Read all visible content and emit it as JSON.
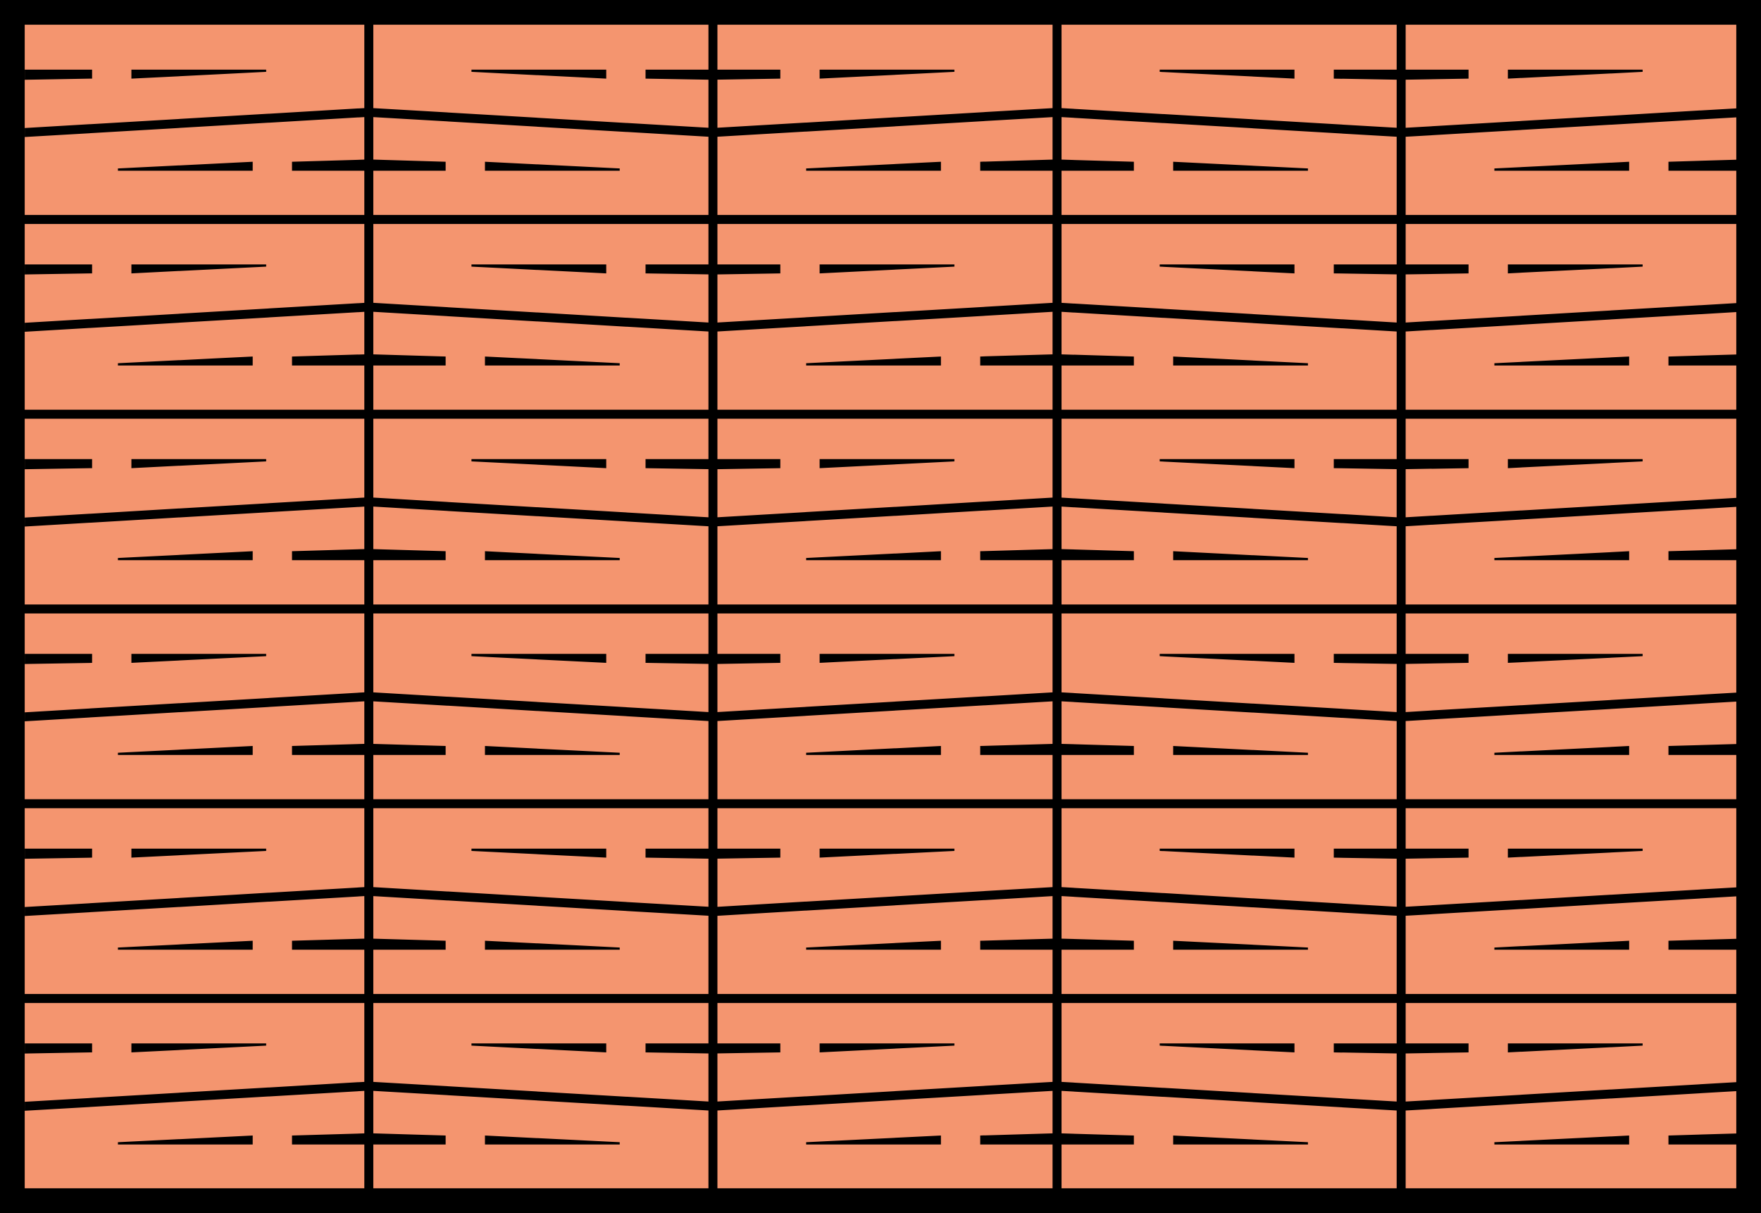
{
  "pattern": {
    "name": "orange-brick-tile",
    "colors": {
      "fill": "#F4956F",
      "line": "#000000",
      "frame": "#000000"
    },
    "columns": 5,
    "rows": 6
  }
}
